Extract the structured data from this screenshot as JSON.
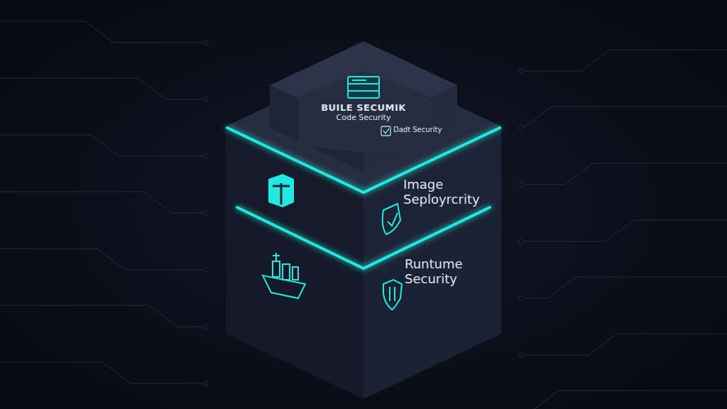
{
  "diagram": {
    "nodes": [
      {
        "text": [
          "BUILE SECUMIK",
          "Code Security"
        ]
      },
      {
        "text": [
          "Dadt Security"
        ]
      },
      {
        "text": [
          "Image Seployrcrity"
        ]
      },
      {
        "text": [
          "Runtume Security"
        ]
      }
    ],
    "edges": []
  }
}
